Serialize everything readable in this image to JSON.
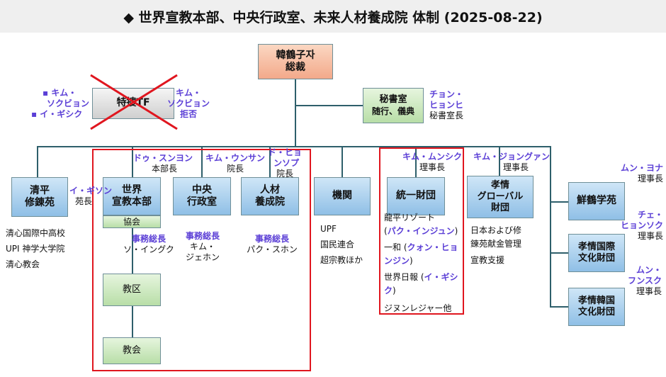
{
  "title": "◆ 世界宣教本部、中央行政室、未来人材養成院 体制 (2025-08-22)",
  "boxes": {
    "president": [
      "韓鶴子자",
      "総裁"
    ],
    "special_tf": "特捜TF",
    "secretariat": [
      "秘書室",
      "随行、儀典"
    ],
    "seipei": [
      "清平",
      "修錬苑"
    ],
    "world_mission": [
      "世界",
      "宣教本部"
    ],
    "kyokai": "協会",
    "central_admin": [
      "中央",
      "行政室"
    ],
    "talent": [
      "人材",
      "養成院"
    ],
    "kikan": "機関",
    "tongil": "統一財団",
    "hyojeong_global": [
      "孝情",
      "グローバル",
      "財団"
    ],
    "sunhak": "鮮鶴学苑",
    "hyojeong_intl": [
      "孝情国際",
      "文化財団"
    ],
    "hyojeong_korea": [
      "孝情韓国",
      "文化財団"
    ],
    "kyoku": "教区",
    "church": "教会"
  },
  "labels": {
    "tf_left": [
      "▪ キム・",
      "ソクビョン",
      "▪ イ・ギシク"
    ],
    "tf_right": [
      "キム・",
      "ソクビョン",
      "拒否"
    ],
    "secretariat_name": [
      "チョン・",
      "ヒョンヒ"
    ],
    "secretariat_role": "秘書室長",
    "seipei_name": "イ・ギソン",
    "seipei_role": "苑長",
    "seipei_list": [
      "清心国際中高校",
      "UPI 神学大学院",
      "清心教会"
    ],
    "wm_name": "ドゥ・スンヨン",
    "wm_role": "本部長",
    "wm_sec_title": "事務総長",
    "wm_sec_name": "ソ・イングク",
    "ca_name": "キム・ウンサン",
    "ca_role": "院長",
    "ca_sec_title": "事務総長",
    "ca_sec_name": [
      "キム・",
      "ジェホン"
    ],
    "talent_name": [
      "ド・ヒョ",
      "ンソプ"
    ],
    "talent_role": "院長",
    "talent_sec_title": "事務総長",
    "talent_sec_name": "パク・スホン",
    "kikan_list": [
      "UPF",
      "国民連合",
      "超宗教ほか"
    ],
    "tongil_name": "キム・ムンシク",
    "tongil_role": "理事長",
    "tongil_i1": "龍平リゾート",
    "tongil_i1_open": "(",
    "tongil_i1_name": "パク・インジュン",
    "tongil_i1_close": ")",
    "tongil_i2": "一和 (",
    "tongil_i2_name": "クォン・ヒョ",
    "tongil_i2_name2": "ンジン",
    "tongil_i2_close": ")",
    "tongil_i3": "世界日報 (",
    "tongil_i3_name": "イ・ギシ",
    "tongil_i3_name2": "ク",
    "tongil_i3_close": ")",
    "tongil_i4": "ジヌンレジャー他",
    "hg_name": "キム・ジョングァン",
    "hg_role": "理事長",
    "hg_list": [
      "日本および修",
      "錬苑献金管理",
      "宣教支援"
    ],
    "sunhak_name": "ムン・ヨナ",
    "sunhak_role": "理事長",
    "hi_name": [
      "チェ・",
      "ヒョンソク"
    ],
    "hi_role": "理事長",
    "hk_name": [
      "ムン・",
      "フンスク"
    ],
    "hk_role": "理事長"
  }
}
